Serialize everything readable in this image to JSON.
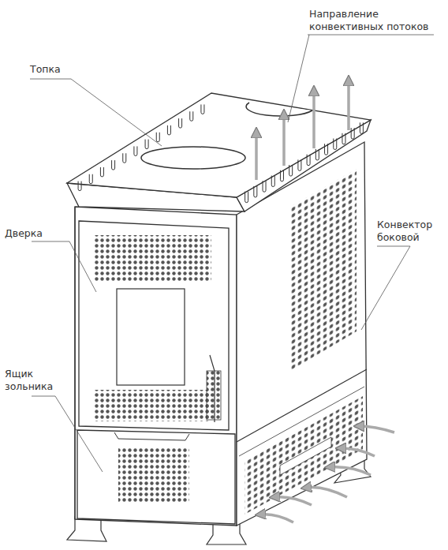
{
  "diagram": {
    "labels": [
      "Топка",
      "Направление конвективных потоков",
      "Дверка",
      "Конвектор боковой",
      "Ящик зольника"
    ]
  }
}
